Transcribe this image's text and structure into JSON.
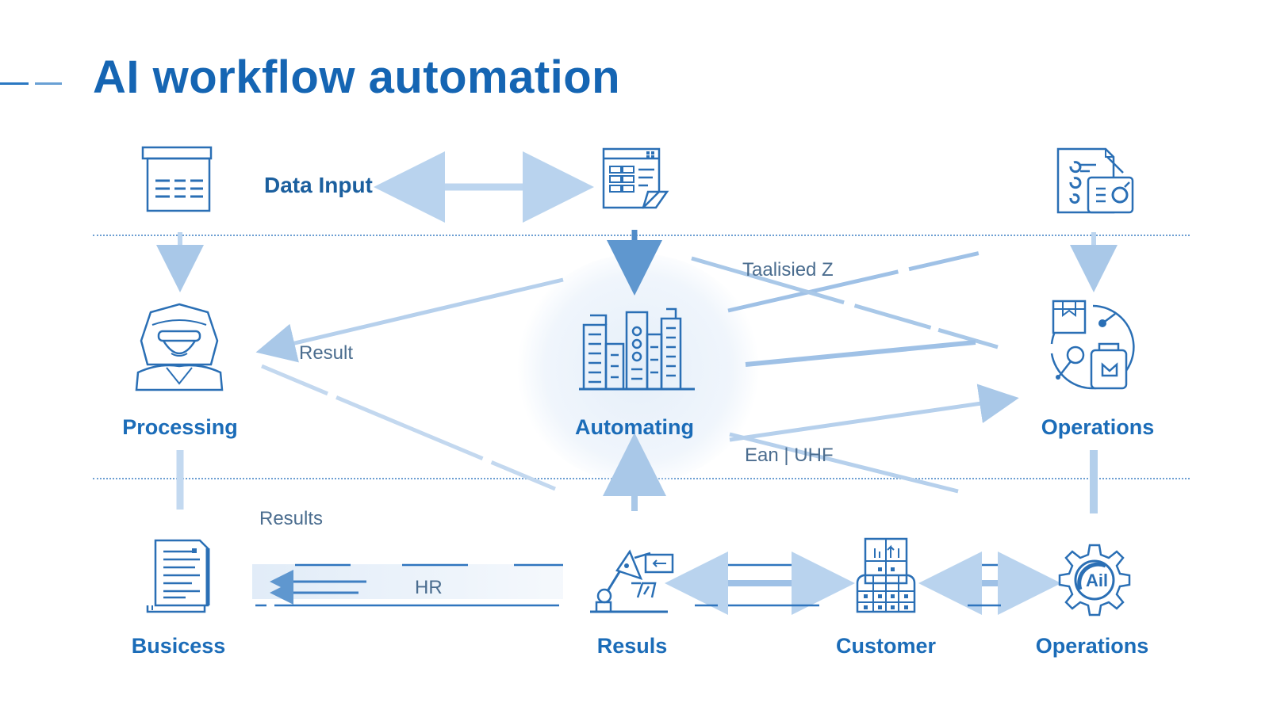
{
  "title": "AI workflow automation",
  "colors": {
    "primary": "#1565b3",
    "line": "#2a6fb5",
    "faint_line": "#a9c8e8",
    "text_muted": "#4b6d8f"
  },
  "nodes": {
    "top_left": {
      "icon": "table-document-icon"
    },
    "top_center": {
      "icon": "spreadsheet-document-icon"
    },
    "top_right": {
      "icon": "checklist-report-icon"
    },
    "processing": {
      "label": "Processing",
      "icon": "ai-person-icon"
    },
    "automating": {
      "label": "Automating",
      "icon": "buildings-icon"
    },
    "operations_mid": {
      "label": "Operations",
      "icon": "network-bag-icon"
    },
    "busicess": {
      "label": "Busicess",
      "icon": "document-stack-icon"
    },
    "resuls": {
      "label": "Resuls",
      "icon": "robot-arm-icon"
    },
    "customer": {
      "label": "Customer",
      "icon": "building-grid-icon"
    },
    "operations_bottom": {
      "label": "Operations",
      "icon": "ai-gear-icon"
    }
  },
  "flow_labels": {
    "data_input": "Data Input",
    "result": "Result",
    "taalisied": "Taalisied Z",
    "ean_uhf": "Ean | UHF",
    "results": "Results",
    "hr": "HR"
  }
}
